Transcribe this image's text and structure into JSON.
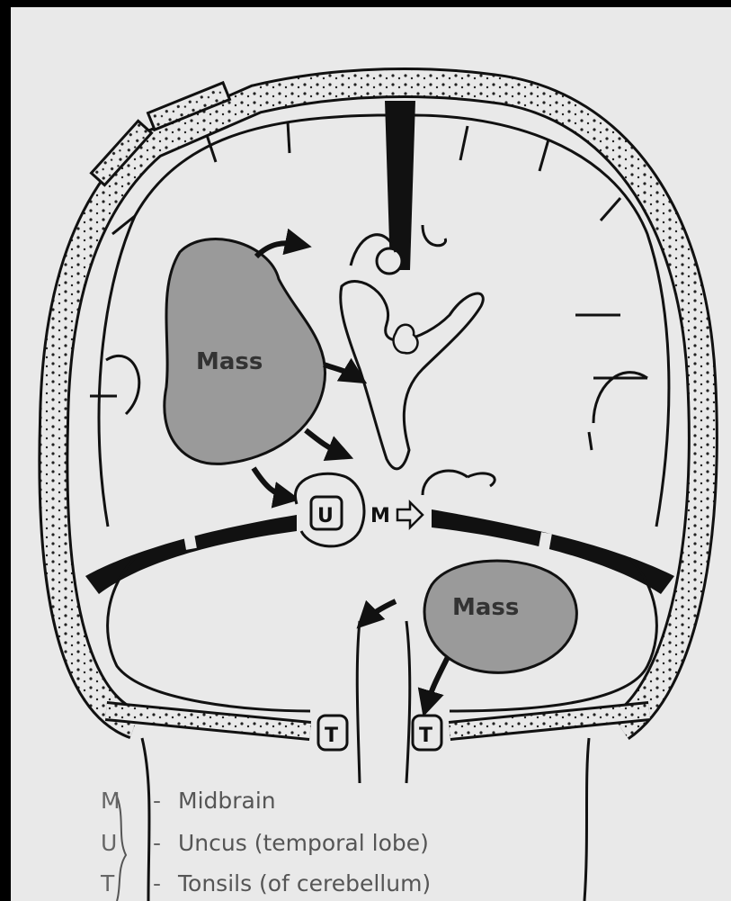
{
  "diagram": {
    "labels": {
      "mass_upper": "Mass",
      "mass_lower": "Mass",
      "uncus": "U",
      "midbrain": "M",
      "tonsil_left": "T",
      "tonsil_right": "T"
    },
    "legend": [
      {
        "key": "M",
        "sep": "-",
        "text": "Midbrain"
      },
      {
        "key": "U",
        "sep": "-",
        "text": "Uncus (temporal lobe)"
      },
      {
        "key": "T",
        "sep": "-",
        "text": "Tonsils (of cerebellum)"
      }
    ],
    "colors": {
      "background": "#000000",
      "paper": "#e9e9e9",
      "ink": "#111111",
      "mass_fill": "#9a9a9a",
      "label_text": "#444444"
    },
    "icons": [
      "arrow-icon",
      "hollow-arrow-icon"
    ]
  }
}
